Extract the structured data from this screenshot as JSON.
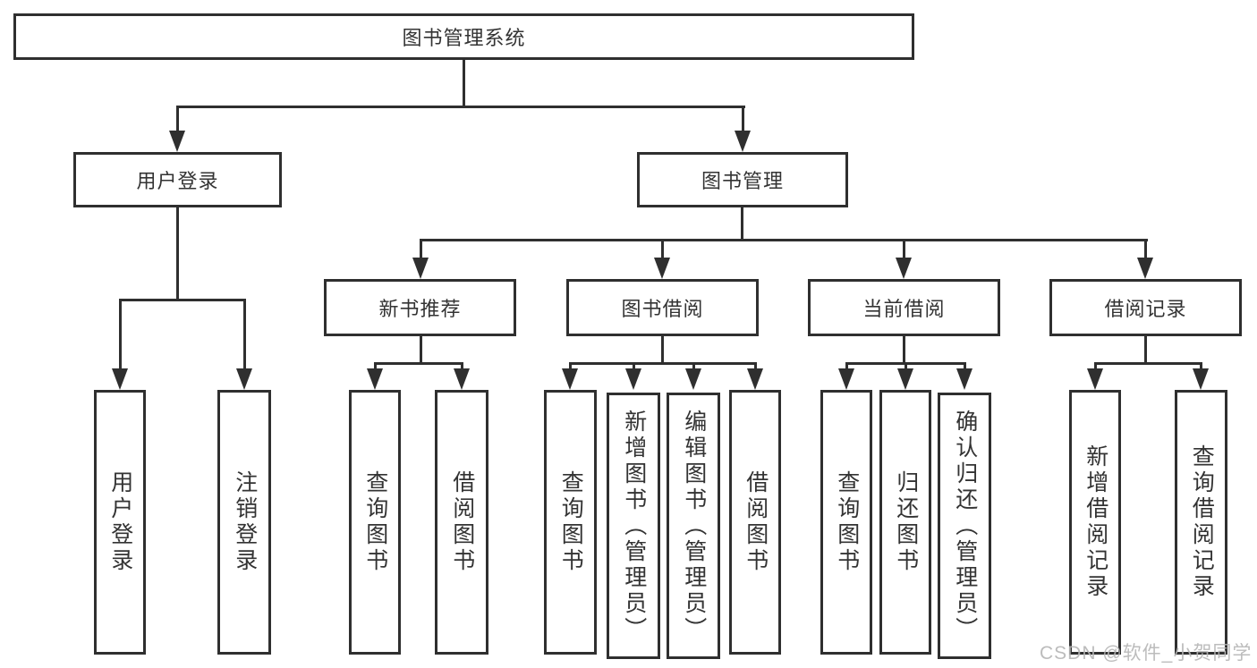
{
  "colors": {
    "line": "#2f2f2f",
    "text": "#333333",
    "background": "#ffffff",
    "watermark": "#b5b5b5"
  },
  "watermark": {
    "text": "CSDN @软件_小贺同学"
  },
  "tree": {
    "label": "图书管理系统",
    "children": [
      {
        "label": "用户登录",
        "children": [
          {
            "label": "用户登录"
          },
          {
            "label": "注销登录"
          }
        ]
      },
      {
        "label": "图书管理",
        "children": [
          {
            "label": "新书推荐",
            "children": [
              {
                "label": "查询图书"
              },
              {
                "label": "借阅图书"
              }
            ]
          },
          {
            "label": "图书借阅",
            "children": [
              {
                "label": "查询图书"
              },
              {
                "label": "新增图书（管理员）"
              },
              {
                "label": "编辑图书（管理员）"
              },
              {
                "label": "借阅图书"
              }
            ]
          },
          {
            "label": "当前借阅",
            "children": [
              {
                "label": "查询图书"
              },
              {
                "label": "归还图书"
              },
              {
                "label": "确认归还（管理员）"
              }
            ]
          },
          {
            "label": "借阅记录",
            "children": [
              {
                "label": "新增借阅记录"
              },
              {
                "label": "查询借阅记录"
              }
            ]
          }
        ]
      }
    ]
  }
}
